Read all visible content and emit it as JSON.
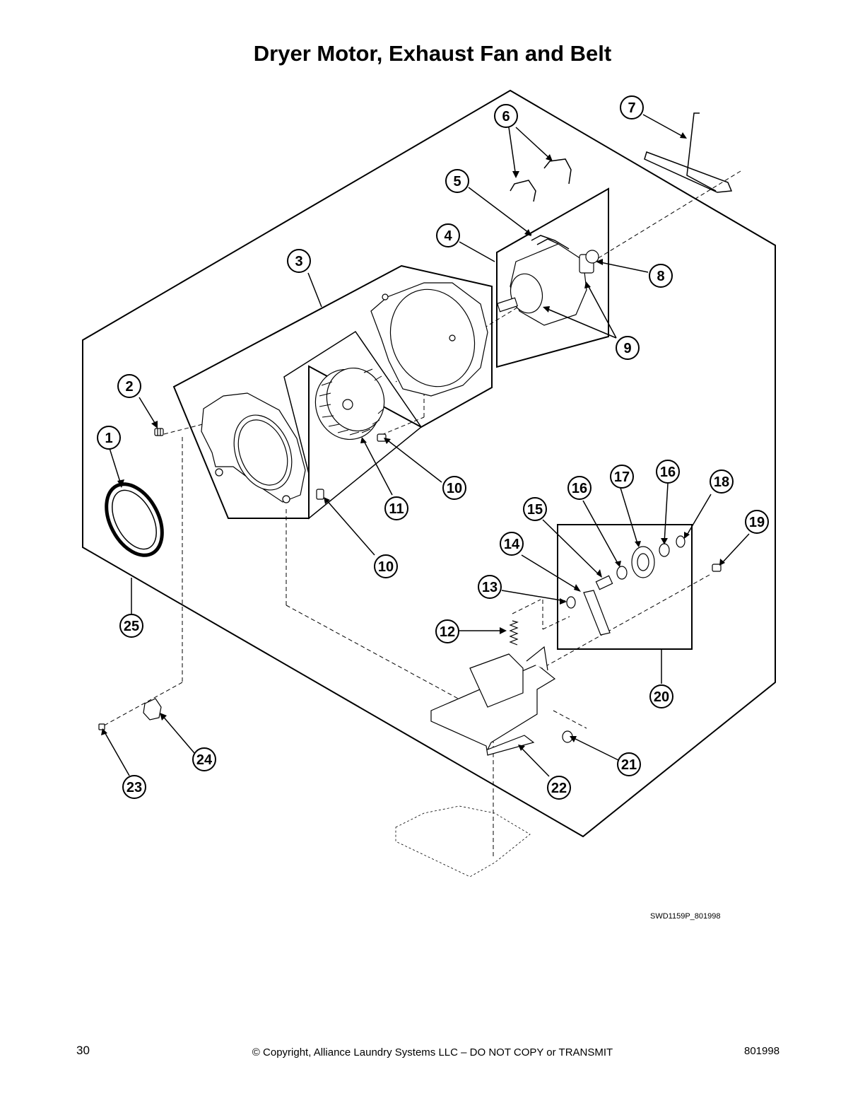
{
  "title": "Dryer Motor, Exhaust Fan and Belt",
  "drawing_ref": "SWD1159P_801998",
  "footer": {
    "page_number": "30",
    "copyright": "© Copyright, Alliance Laundry Systems LLC – DO NOT COPY or TRANSMIT",
    "doc_number": "801998"
  },
  "callouts": [
    "1",
    "2",
    "3",
    "4",
    "5",
    "6",
    "7",
    "8",
    "9",
    "10",
    "10",
    "11",
    "12",
    "13",
    "14",
    "15",
    "16",
    "16",
    "17",
    "18",
    "19",
    "20",
    "21",
    "22",
    "23",
    "24",
    "25"
  ]
}
